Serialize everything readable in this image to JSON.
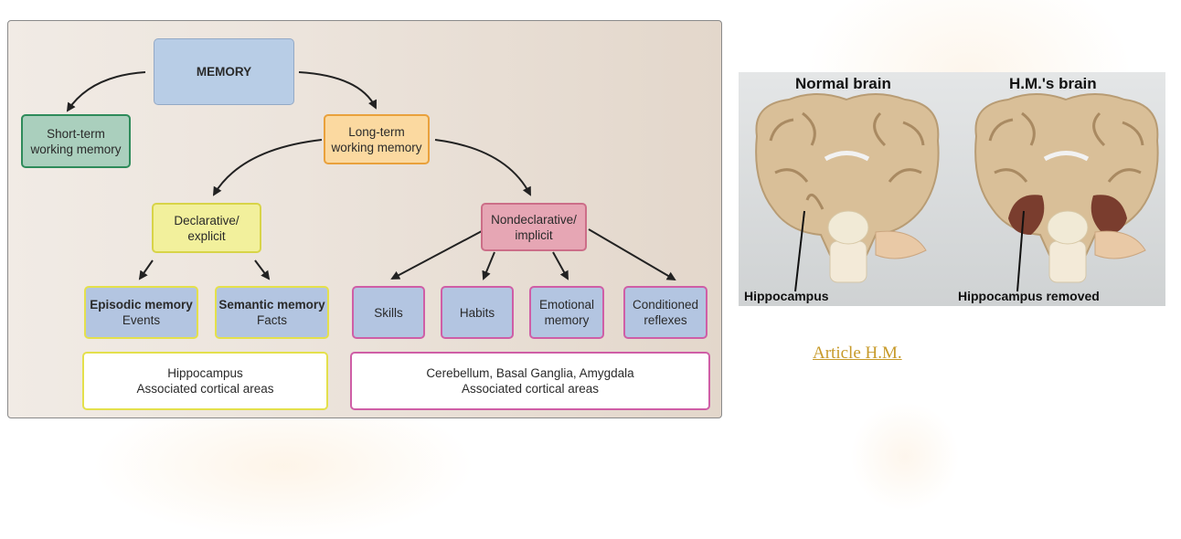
{
  "diagram": {
    "memory": "MEMORY",
    "short_term": [
      "Short-term",
      "working memory"
    ],
    "long_term": [
      "Long-term",
      "working memory"
    ],
    "declarative": [
      "Declarative/",
      "explicit"
    ],
    "nondeclarative": [
      "Nondeclarative/",
      "implicit"
    ],
    "episodic": {
      "title": "Episodic memory",
      "sub": "Events"
    },
    "semantic": {
      "title": "Semantic memory",
      "sub": "Facts"
    },
    "skills": "Skills",
    "habits": "Habits",
    "emotional": [
      "Emotional",
      "memory"
    ],
    "conditioned": [
      "Conditioned",
      "reflexes"
    ],
    "declarative_areas": [
      "Hippocampus",
      "Associated cortical areas"
    ],
    "nondeclarative_areas": [
      "Cerebellum, Basal Ganglia, Amygdala",
      "Associated cortical areas"
    ]
  },
  "brain_image": {
    "normal_title": "Normal brain",
    "hm_title": "H.M.'s brain",
    "normal_label": "Hippocampus",
    "hm_label": "Hippocampus removed"
  },
  "link": {
    "text": "Article H.M."
  },
  "colors": {
    "memory_box": "#b8cde6",
    "short_term_box": "#aacfbd",
    "long_term_box": "#fbd9a0",
    "declarative_box": "#f2f09c",
    "nondeclarative_box": "#e6a6b4",
    "link": "#c79a2a"
  }
}
